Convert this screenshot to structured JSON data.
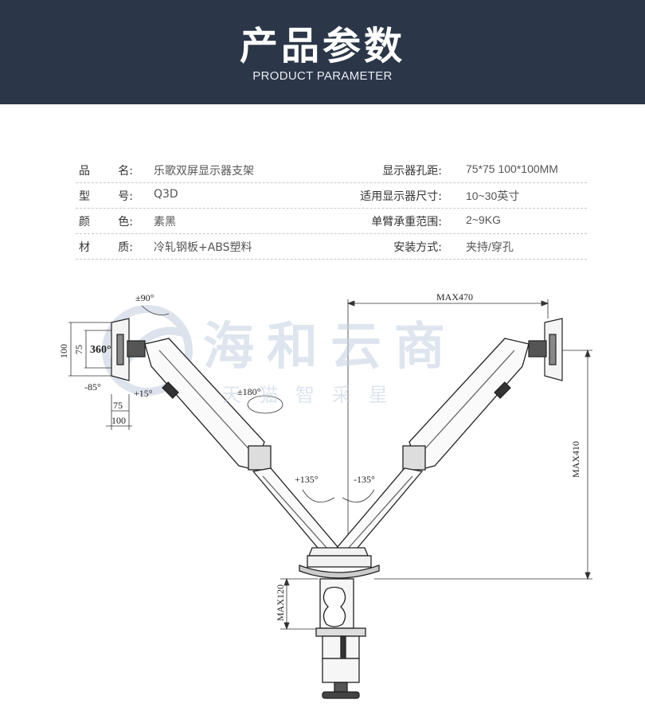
{
  "header": {
    "title": "产品参数",
    "subtitle": "PRODUCT PARAMETER"
  },
  "specs": [
    {
      "label1": [
        "品",
        "名:"
      ],
      "value1": "乐歌双屏显示器支架",
      "label2": "显示器孔距:",
      "value2": "75*75 100*100MM"
    },
    {
      "label1": [
        "型",
        "号:"
      ],
      "value1": "Q3D",
      "label2": "适用显示器尺寸:",
      "value2": "10~30英寸"
    },
    {
      "label1": [
        "颜",
        "色:"
      ],
      "value1": "素黑",
      "label2": "单臂承重范围:",
      "value2": "2~9KG"
    },
    {
      "label1": [
        "材",
        "质:"
      ],
      "value1": "冷轧钢板+ABS塑料",
      "label2": "安装方式:",
      "value2": "夹持/穿孔"
    }
  ],
  "watermark": {
    "main": "海和云商",
    "sub": "天猫智采星"
  },
  "dimensions": {
    "max_width": "MAX470",
    "max_height": "MAX410",
    "clamp": "MAX120",
    "rotate_vertical": "±90°",
    "rotate_360": "360°",
    "tilt_down": "-85°",
    "tilt_up": "+15°",
    "swivel": "±180°",
    "arm_left": "+135°",
    "arm_right": "-135°",
    "vesa_outer_h": "100",
    "vesa_inner_h": "75",
    "vesa_inner_w": "75",
    "vesa_outer_w": "100"
  },
  "colors": {
    "banner": "#2b3648",
    "watermark": "#c4d0e1"
  }
}
